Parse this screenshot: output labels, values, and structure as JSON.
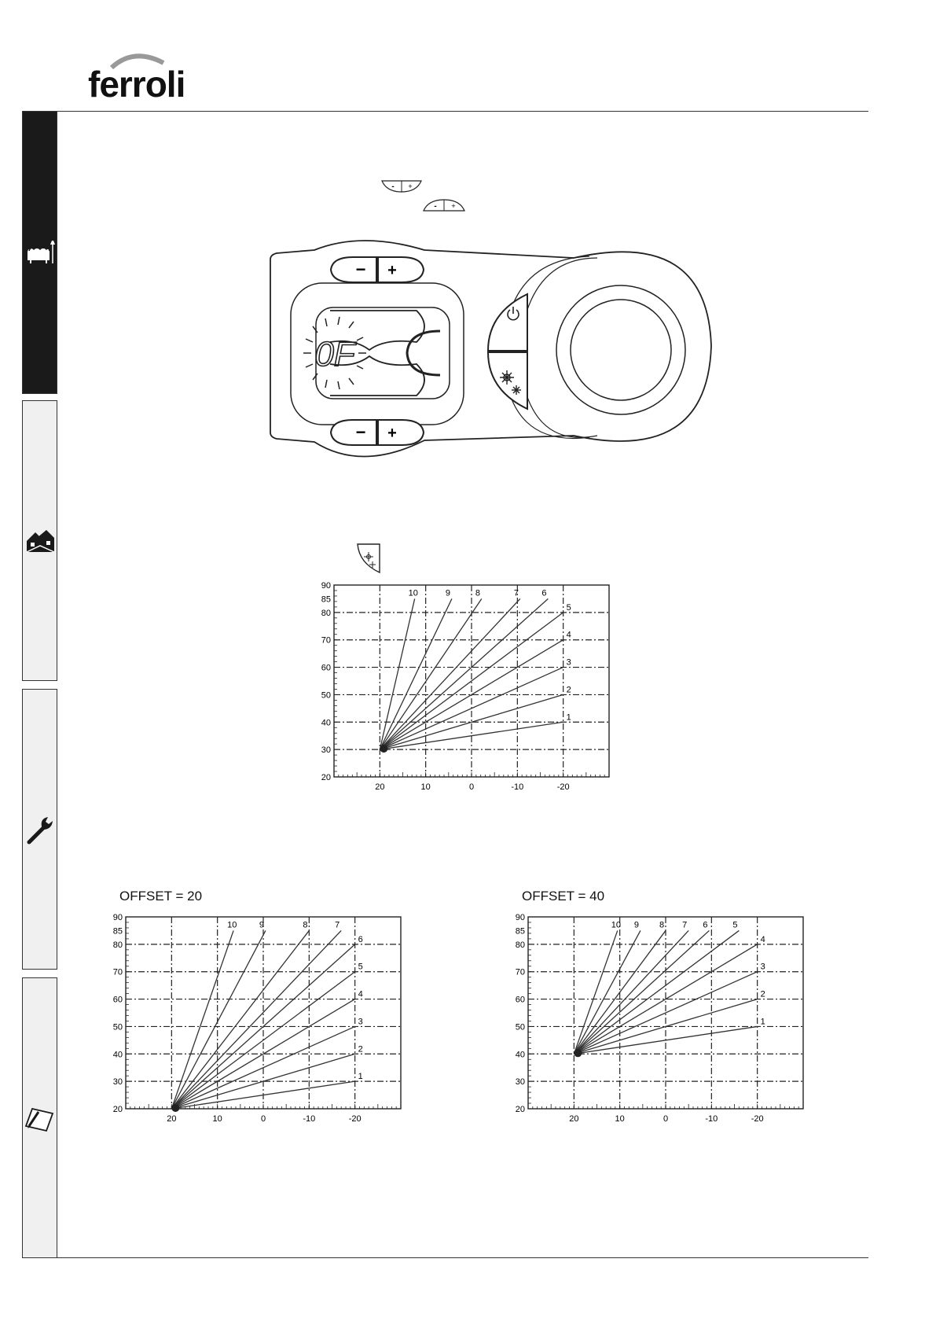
{
  "brand": {
    "logo_text": "ferroli"
  },
  "sidebar": {
    "tabs": [
      {
        "icon": "sofa-lamp-icon",
        "active": true
      },
      {
        "icon": "house-installation-icon",
        "active": false
      },
      {
        "icon": "wrench-icon",
        "active": false
      },
      {
        "icon": "clipboard-pencil-icon",
        "active": false
      }
    ]
  },
  "controls": {
    "minus_label": "−",
    "plus_label": "+",
    "display_text": "0F",
    "power_icon": "power-icon",
    "season_icon": "sun-snowflake-icon"
  },
  "colors": {
    "sidebar_active": "#1a1a1a",
    "sidebar_inactive": "#f0f0f0",
    "line": "#333333"
  },
  "chart_data": [
    {
      "type": "line",
      "title": "",
      "x_ticks": [
        20,
        10,
        0,
        -10,
        -20
      ],
      "y_ticks": [
        20,
        30,
        40,
        50,
        60,
        70,
        80,
        85,
        90
      ],
      "xlim": [
        30,
        -30
      ],
      "ylim": [
        20,
        90
      ],
      "grid": true,
      "series": [
        {
          "name": "1",
          "points": [
            [
              20,
              30
            ],
            [
              -20,
              40
            ]
          ]
        },
        {
          "name": "2",
          "points": [
            [
              20,
              30
            ],
            [
              -20,
              50
            ]
          ]
        },
        {
          "name": "3",
          "points": [
            [
              20,
              30
            ],
            [
              -20,
              60
            ]
          ]
        },
        {
          "name": "4",
          "points": [
            [
              20,
              30
            ],
            [
              -20,
              70
            ]
          ]
        },
        {
          "name": "5",
          "points": [
            [
              20,
              30
            ],
            [
              -20,
              80
            ]
          ]
        },
        {
          "name": "6",
          "points": [
            [
              20,
              30
            ],
            [
              -16.7,
              85
            ]
          ]
        },
        {
          "name": "7",
          "points": [
            [
              20,
              30
            ],
            [
              -10.6,
              85
            ]
          ]
        },
        {
          "name": "8",
          "points": [
            [
              20,
              30
            ],
            [
              -2.2,
              85
            ]
          ]
        },
        {
          "name": "9",
          "points": [
            [
              20,
              30
            ],
            [
              4.3,
              85
            ]
          ]
        },
        {
          "name": "10",
          "points": [
            [
              20,
              30
            ],
            [
              12.4,
              85
            ]
          ]
        }
      ]
    },
    {
      "type": "line",
      "title": "OFFSET = 20",
      "x_ticks": [
        20,
        10,
        0,
        -10,
        -20
      ],
      "y_ticks": [
        20,
        30,
        40,
        50,
        60,
        70,
        80,
        85,
        90
      ],
      "xlim": [
        30,
        -30
      ],
      "ylim": [
        20,
        90
      ],
      "grid": true,
      "series": [
        {
          "name": "1",
          "points": [
            [
              20,
              20
            ],
            [
              -20,
              30
            ]
          ]
        },
        {
          "name": "2",
          "points": [
            [
              20,
              20
            ],
            [
              -20,
              40
            ]
          ]
        },
        {
          "name": "3",
          "points": [
            [
              20,
              20
            ],
            [
              -20,
              50
            ]
          ]
        },
        {
          "name": "4",
          "points": [
            [
              20,
              20
            ],
            [
              -20,
              60
            ]
          ]
        },
        {
          "name": "5",
          "points": [
            [
              20,
              20
            ],
            [
              -20,
              70
            ]
          ]
        },
        {
          "name": "6",
          "points": [
            [
              20,
              20
            ],
            [
              -20,
              80
            ]
          ]
        },
        {
          "name": "7",
          "points": [
            [
              20,
              20
            ],
            [
              -17,
              85
            ]
          ]
        },
        {
          "name": "8",
          "points": [
            [
              20,
              20
            ],
            [
              -10,
              85
            ]
          ]
        },
        {
          "name": "9",
          "points": [
            [
              20,
              20
            ],
            [
              -0.5,
              85
            ]
          ]
        },
        {
          "name": "10",
          "points": [
            [
              20,
              20
            ],
            [
              6.5,
              85
            ]
          ]
        }
      ]
    },
    {
      "type": "line",
      "title": "OFFSET = 40",
      "x_ticks": [
        20,
        10,
        0,
        -10,
        -20
      ],
      "y_ticks": [
        20,
        30,
        40,
        50,
        60,
        70,
        80,
        85,
        90
      ],
      "xlim": [
        30,
        -30
      ],
      "ylim": [
        20,
        90
      ],
      "grid": true,
      "series": [
        {
          "name": "1",
          "points": [
            [
              20,
              40
            ],
            [
              -20,
              50
            ]
          ]
        },
        {
          "name": "2",
          "points": [
            [
              20,
              40
            ],
            [
              -20,
              60
            ]
          ]
        },
        {
          "name": "3",
          "points": [
            [
              20,
              40
            ],
            [
              -20,
              70
            ]
          ]
        },
        {
          "name": "4",
          "points": [
            [
              20,
              40
            ],
            [
              -20,
              80
            ]
          ]
        },
        {
          "name": "5",
          "points": [
            [
              20,
              40
            ],
            [
              -16,
              85
            ]
          ]
        },
        {
          "name": "6",
          "points": [
            [
              20,
              40
            ],
            [
              -9.5,
              85
            ]
          ]
        },
        {
          "name": "7",
          "points": [
            [
              20,
              40
            ],
            [
              -5,
              85
            ]
          ]
        },
        {
          "name": "8",
          "points": [
            [
              20,
              40
            ],
            [
              0,
              85
            ]
          ]
        },
        {
          "name": "9",
          "points": [
            [
              20,
              40
            ],
            [
              5.5,
              85
            ]
          ]
        },
        {
          "name": "10",
          "points": [
            [
              20,
              40
            ],
            [
              10.5,
              85
            ]
          ]
        }
      ]
    }
  ]
}
